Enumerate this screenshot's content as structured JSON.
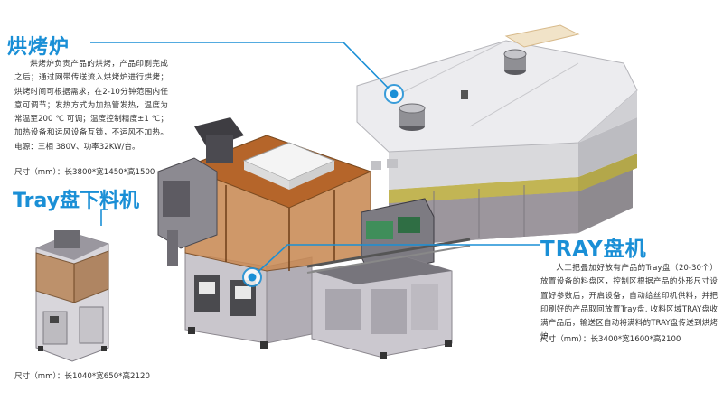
{
  "oven": {
    "title": "烘烤炉",
    "description": "烘烤炉负责产品的烘烤，产品印刷完成之后；通过网带传送流入烘烤炉进行烘烤；烘烤时间可根据需求，在2-10分钟范围内任意可调节；发热方式为加热管发热，温度为常温至200 ℃ 可调；温度控制精度±1 ℃；加热设备和运风设备互锁，不运风不加热。电源：三相 380V、功率32KW/台。",
    "size": "尺寸（mm）：长3800*宽1450*高1500"
  },
  "unloader": {
    "title": "Tray盘下料机",
    "size": "尺寸（mm）：长1040*宽650*高2120"
  },
  "tray_machine": {
    "title": "TRAY盘机",
    "description": "人工把叠加好放有产品的Tray盘（20-30个）放置设备的料盘区，控制区根据产品的外形尺寸设置好参数后，开启设备，自动给丝印机供料，并把印刷好的产品取回放置Tray盘, 收料区域TRAY盘收满产品后，输送区自动将满料的TRAY盘传送到烘烤炉。",
    "size": "尺寸（mm）：长3400*宽1600*高2100"
  },
  "colors": {
    "accent": "#1a8fd6",
    "machine_orange": "#b5652a",
    "rail_olive": "#b3a74a"
  }
}
